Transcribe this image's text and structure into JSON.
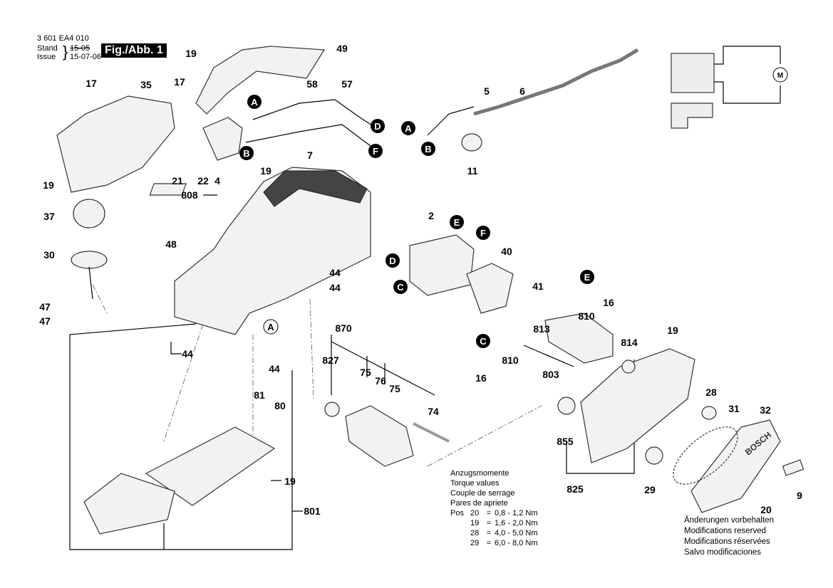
{
  "header": {
    "part_number": "3 601 EA4 010",
    "stand_label": "Stand",
    "issue_label": "Issue",
    "stand_value": "15-05",
    "issue_value": "15-07-06",
    "figure": "Fig./Abb. 1"
  },
  "labels": [
    "19",
    "49",
    "17",
    "35",
    "17",
    "58",
    "57",
    "5",
    "6",
    "7",
    "19",
    "21",
    "22",
    "4",
    "11",
    "19",
    "808",
    "37",
    "2",
    "30",
    "48",
    "40",
    "44",
    "44",
    "41",
    "16",
    "47",
    "47",
    "810",
    "870",
    "813",
    "19",
    "814",
    "44",
    "827",
    "810",
    "44",
    "75",
    "76",
    "75",
    "16",
    "803",
    "81",
    "80",
    "74",
    "28",
    "31",
    "32",
    "855",
    "825",
    "29",
    "9",
    "19",
    "801",
    "20"
  ],
  "connectors": [
    "A",
    "D",
    "A",
    "B",
    "F",
    "B",
    "E",
    "F",
    "D",
    "C",
    "E",
    "A",
    "C"
  ],
  "motor_symbol": "M",
  "torque": {
    "lines": [
      "Anzugsmomente",
      "Torque values",
      "Couple de serrage",
      "Pares de apriete"
    ],
    "pos_label": "Pos",
    "rows": [
      {
        "pos": "20",
        "eq": "=",
        "value": "0,8 - 1,2 Nm"
      },
      {
        "pos": "19",
        "eq": "=",
        "value": "1,6 - 2,0 Nm"
      },
      {
        "pos": "28",
        "eq": "=",
        "value": "4,0 - 5,0 Nm"
      },
      {
        "pos": "29",
        "eq": "=",
        "value": "6,0 - 8,0 Nm"
      }
    ]
  },
  "notice": [
    "Änderungen vorbehalten",
    "Modifications reserved",
    "Modifications réservées",
    "Salvo modificaciones"
  ],
  "logo_text": "BOSCH"
}
